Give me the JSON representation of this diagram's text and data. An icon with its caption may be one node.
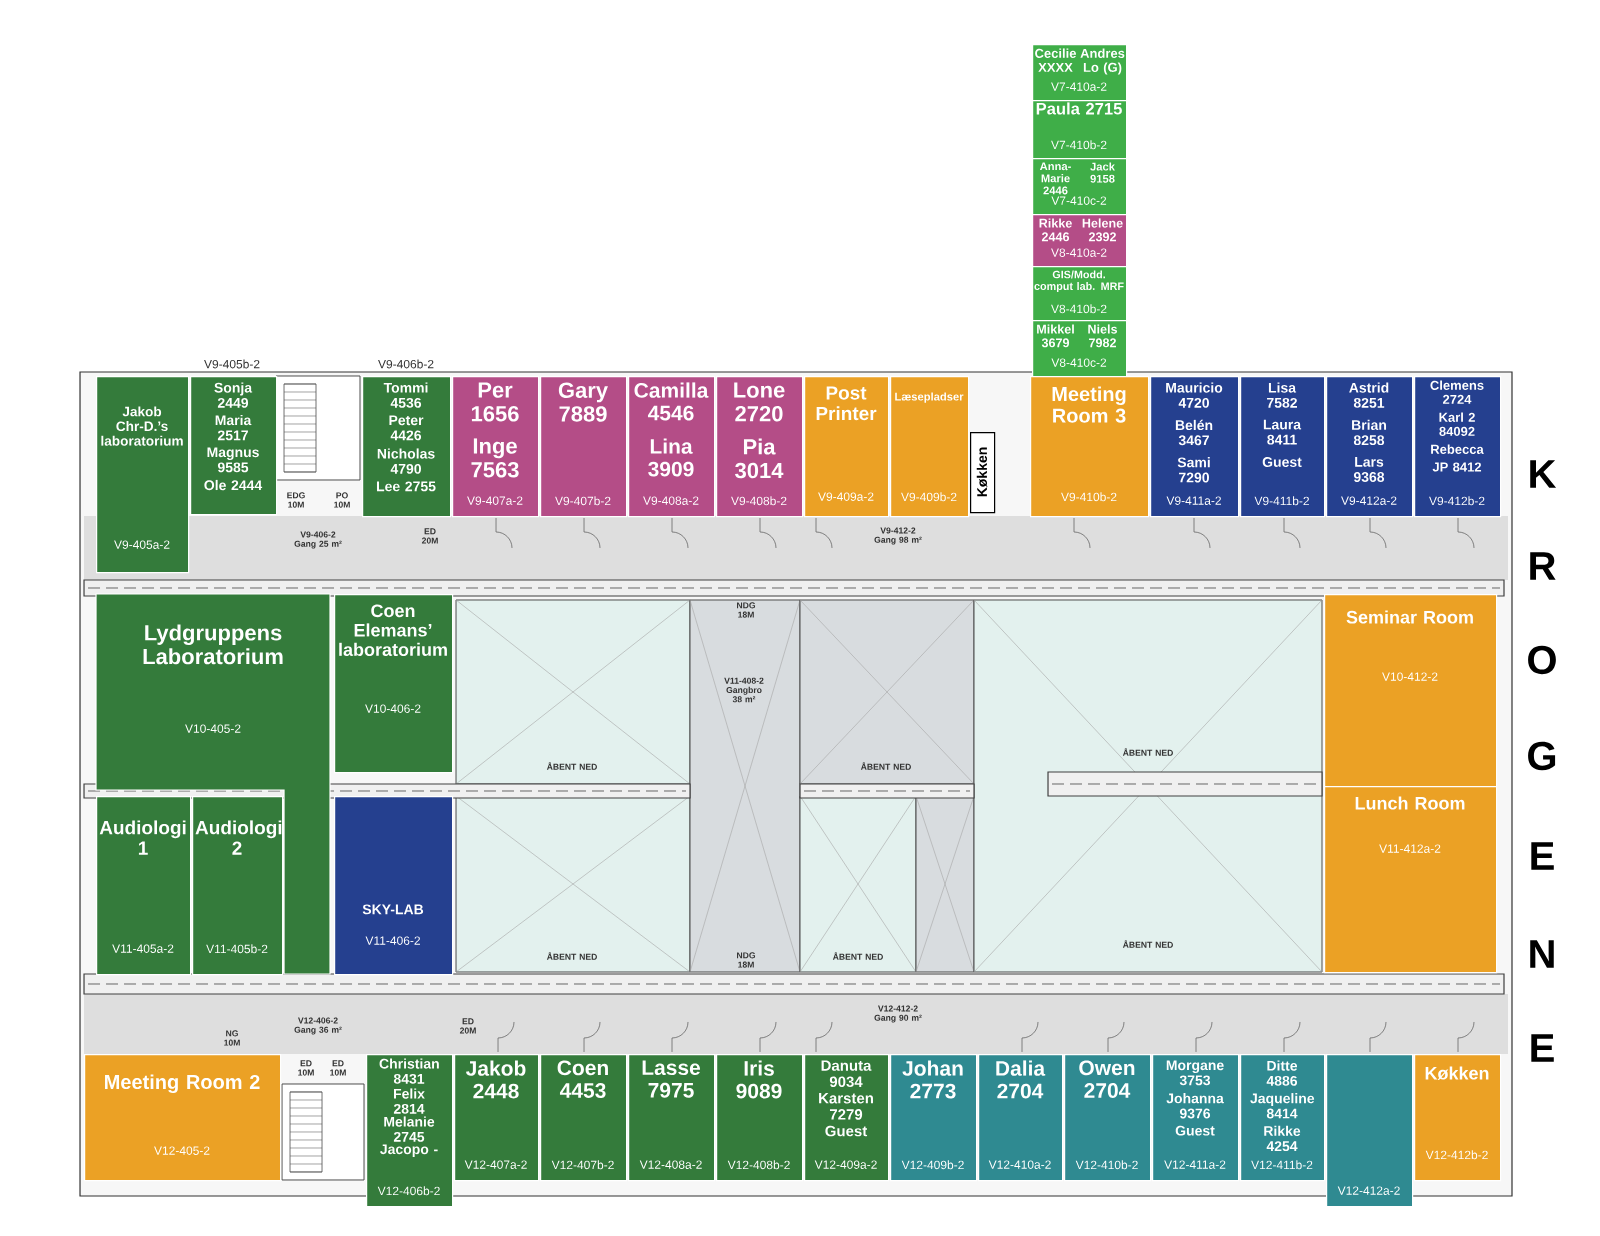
{
  "diagram": {
    "nodes": [
      {
        "text": [
          "Cecilie XXXX",
          "Andres Lo (G)",
          "V7-410a-2"
        ]
      },
      {
        "text": [
          "Paula 2715",
          "V7-410b-2"
        ]
      },
      {
        "text": [
          "Anna-Marie 2446",
          "Jack 9158",
          "V7-410c-2"
        ]
      },
      {
        "text": [
          "Rikke 2446",
          "Helene 2392",
          "V8-410a-2"
        ]
      },
      {
        "text": [
          "GIS/Modd. comput lab. MRF",
          "V8-410b-2"
        ]
      },
      {
        "text": [
          "Mikkel 3679",
          "Niels 7982",
          "V8-410c-2"
        ]
      },
      {
        "text": [
          "Jakob Chr-D.’s laboratorium",
          "V9-405a-2"
        ]
      },
      {
        "text": [
          "Sonja 2449",
          "Maria 2517",
          "Magnus 9585",
          "Ole 2444"
        ],
        "beside": [
          "V9-405b-2"
        ]
      },
      {
        "text": [
          "Tommi 4536",
          "Peter 4426",
          "Nicholas 4790",
          "Lee 2755"
        ],
        "beside": [
          "V9-406b-2"
        ]
      },
      {
        "text": [
          "Per 1656",
          "Inge 7563",
          "V9-407a-2"
        ]
      },
      {
        "text": [
          "Gary 7889",
          "V9-407b-2"
        ]
      },
      {
        "text": [
          "Camilla 4546",
          "Lina 3909",
          "V9-408a-2"
        ]
      },
      {
        "text": [
          "Lone 2720",
          "Pia 3014",
          "V9-408b-2"
        ]
      },
      {
        "text": [
          "Post Printer",
          "V9-409a-2"
        ]
      },
      {
        "text": [
          "Læsepladser",
          "V9-409b-2"
        ]
      },
      {
        "text": [
          "Køkken"
        ]
      },
      {
        "text": [
          "Meeting Room 3",
          "V9-410b-2"
        ]
      },
      {
        "text": [
          "Mauricio 4720",
          "Belén 3467",
          "Sami 7290",
          "V9-411a-2"
        ]
      },
      {
        "text": [
          "Lisa 7582",
          "Laura 8411",
          "Guest",
          "V9-411b-2"
        ]
      },
      {
        "text": [
          "Astrid 8251",
          "Brian 8258",
          "Lars 9368",
          "V9-412a-2"
        ]
      },
      {
        "text": [
          "Clemens 2724",
          "Karl 2 84092",
          "Rebecca",
          "JP 8412",
          "V9-412b-2"
        ]
      },
      {
        "text": [
          "Lydgruppens Laboratorium",
          "V10-405-2"
        ]
      },
      {
        "text": [
          "Coen Elemans’ laboratorium",
          "V10-406-2"
        ]
      },
      {
        "text": [
          "Audiologi 1",
          "V11-405a-2"
        ]
      },
      {
        "text": [
          "Audiologi 2",
          "V11-405b-2"
        ]
      },
      {
        "text": [
          "SKY-LAB",
          "V11-406-2"
        ]
      },
      {
        "text": [
          "Seminar Room",
          "V10-412-2"
        ]
      },
      {
        "text": [
          "Lunch Room",
          "V11-412a-2"
        ]
      },
      {
        "text": [
          "Meeting Room 2",
          "V12-405-2"
        ]
      },
      {
        "text": [
          "Christian 8431",
          "Felix 2814",
          "Melanie 2745",
          "Jacopo -",
          "V12-406b-2"
        ]
      },
      {
        "text": [
          "Jakob 2448",
          "V12-407a-2"
        ]
      },
      {
        "text": [
          "Coen 4453",
          "V12-407b-2"
        ]
      },
      {
        "text": [
          "Lasse 7975",
          "V12-408a-2"
        ]
      },
      {
        "text": [
          "Iris 9089",
          "V12-408b-2"
        ]
      },
      {
        "text": [
          "Danuta 9034",
          "Karsten 7279",
          "Guest",
          "V12-409a-2"
        ]
      },
      {
        "text": [
          "Johan 2773",
          "V12-409b-2"
        ]
      },
      {
        "text": [
          "Dalia 2704",
          "V12-410a-2"
        ]
      },
      {
        "text": [
          "Owen 2704",
          "V12-410b-2"
        ]
      },
      {
        "text": [
          "Morgane 3753",
          "Johanna 9376",
          "Guest",
          "V12-411a-2"
        ]
      },
      {
        "text": [
          "Ditte 4886",
          "Jaqueline 8414",
          "Rikke 4254",
          "V12-411b-2"
        ]
      },
      {
        "text": [
          "V12-412a-2"
        ]
      },
      {
        "text": [
          "Køkken",
          "V12-412b-2"
        ]
      }
    ],
    "labels": [
      "EDG 10M",
      "PO 10M",
      "V9-406-2 Gang 25 m²",
      "ED 20M",
      "V9-412-2 Gang 98 m²",
      "NDG 18M",
      "V11-408-2 Gangbro 38 m²",
      "ÅBENT NED",
      "ÅBENT NED",
      "ÅBENT NED",
      "ÅBENT NED",
      "ÅBENT NED",
      "ÅBENT NED",
      "NDG 18M",
      "NG 10M",
      "V12-406-2 Gang 36 m²",
      "ED 20M",
      "V12-412-2 Gang 90 m²",
      "ED 10M",
      "ED 10M",
      "K",
      "R",
      "O",
      "G",
      "E",
      "N",
      "E"
    ]
  }
}
